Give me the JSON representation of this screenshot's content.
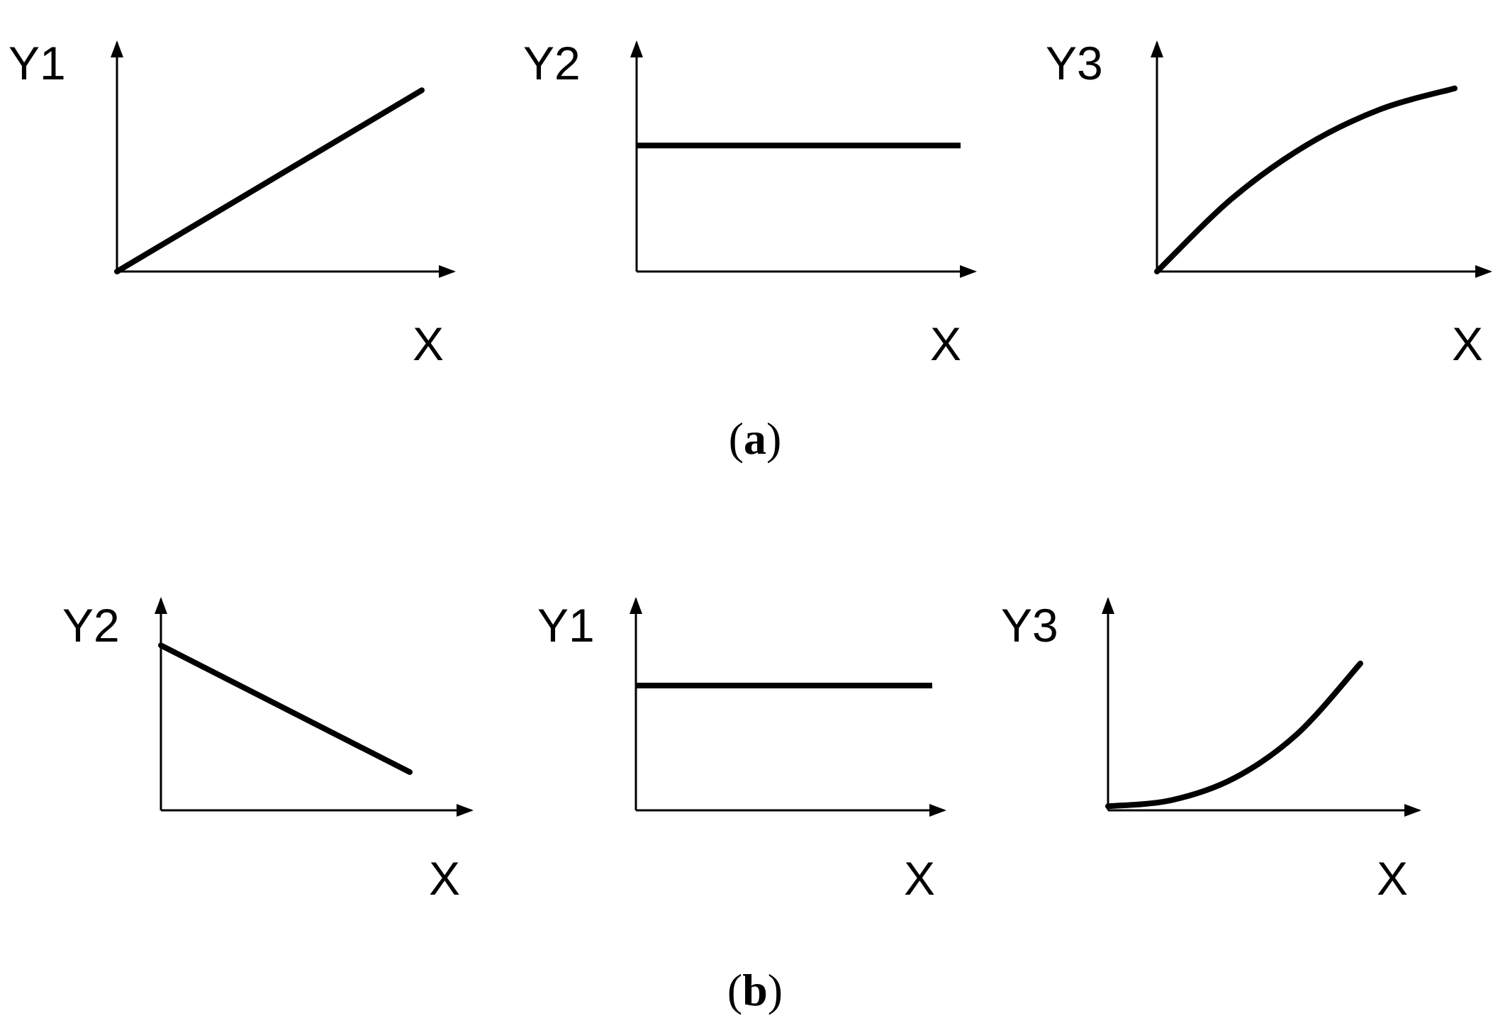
{
  "chart_data": [
    {
      "type": "line",
      "panel": "a",
      "ylabel": "Y1",
      "xlabel": "X",
      "shape": "increasing-linear",
      "x": [
        0,
        1
      ],
      "y": [
        0,
        0.95
      ],
      "ylim": [
        0,
        1.2
      ]
    },
    {
      "type": "line",
      "panel": "a",
      "ylabel": "Y2",
      "xlabel": "X",
      "shape": "constant",
      "x": [
        0,
        1
      ],
      "y": [
        0.66,
        0.66
      ],
      "ylim": [
        0,
        1.2
      ]
    },
    {
      "type": "line",
      "panel": "a",
      "ylabel": "Y3",
      "xlabel": "X",
      "shape": "increasing-concave",
      "x": [
        0,
        0.25,
        0.5,
        0.75,
        1
      ],
      "y": [
        0,
        0.38,
        0.66,
        0.85,
        0.96
      ],
      "ylim": [
        0,
        1.2
      ]
    },
    {
      "type": "line",
      "panel": "b",
      "ylabel": "Y2",
      "xlabel": "X",
      "shape": "decreasing-linear",
      "x": [
        0,
        1
      ],
      "y": [
        0.82,
        0.19
      ],
      "ylim": [
        0,
        1.05
      ]
    },
    {
      "type": "line",
      "panel": "b",
      "ylabel": "Y1",
      "xlabel": "X",
      "shape": "constant",
      "x": [
        0,
        1
      ],
      "y": [
        0.62,
        0.62
      ],
      "ylim": [
        0,
        1.05
      ]
    },
    {
      "type": "line",
      "panel": "b",
      "ylabel": "Y3",
      "xlabel": "X",
      "shape": "increasing-convex",
      "x": [
        0,
        0.25,
        0.5,
        0.75,
        1
      ],
      "y": [
        0.02,
        0.05,
        0.16,
        0.38,
        0.73
      ],
      "ylim": [
        0,
        1.05
      ]
    }
  ],
  "captions": {
    "a": {
      "open": "(",
      "letter": "a",
      "close": ")"
    },
    "b": {
      "open": "(",
      "letter": "b",
      "close": ")"
    }
  },
  "colors": {
    "line": "#000000",
    "axis": "#000000"
  }
}
